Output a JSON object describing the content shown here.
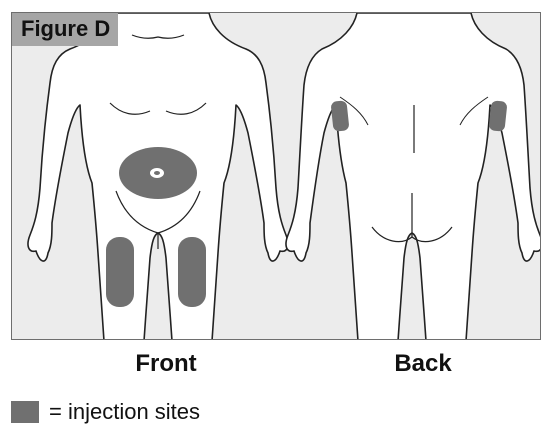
{
  "figure": {
    "tag": "Figure D"
  },
  "views": {
    "front_label": "Front",
    "back_label": "Back"
  },
  "legend": {
    "text": "= injection sites"
  },
  "colors": {
    "background": "#ececec",
    "tag_background": "#a6a6a6",
    "body_fill": "#ffffff",
    "body_stroke": "#222222",
    "injection_site": "#707070"
  }
}
